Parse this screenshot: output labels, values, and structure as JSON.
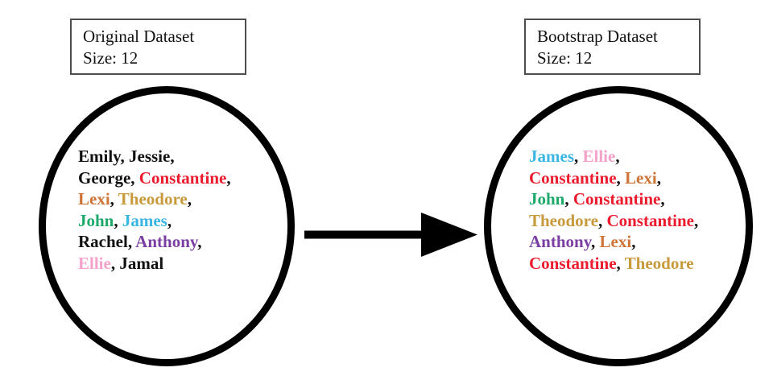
{
  "diagram": {
    "title": "Bootstrap resampling of a dataset",
    "background_color": "#ffffff"
  },
  "palette": {
    "black": "#111111",
    "red": "#ED1B2E",
    "gold": "#C89A3C",
    "orange": "#CE7438",
    "green": "#1DA96A",
    "cyan": "#3AB6E3",
    "purple": "#7B3FA4",
    "pink": "#F4A2CA",
    "stroke": "#000000",
    "box_border": "#4d4d4d"
  },
  "left_panel": {
    "caption": {
      "line1": "Original Dataset",
      "line2": "Size: 12"
    },
    "lines": [
      [
        {
          "text": "Emily",
          "color": "#111111"
        },
        {
          "text": "Jessie",
          "color": "#111111"
        }
      ],
      [
        {
          "text": "George",
          "color": "#111111"
        },
        {
          "text": "Constantine",
          "color": "#ED1B2E"
        }
      ],
      [
        {
          "text": "Lexi",
          "color": "#CE7438"
        },
        {
          "text": "Theodore",
          "color": "#C89A3C"
        }
      ],
      [
        {
          "text": "John",
          "color": "#1DA96A"
        },
        {
          "text": "James",
          "color": "#3AB6E3"
        }
      ],
      [
        {
          "text": "Rachel",
          "color": "#111111"
        },
        {
          "text": "Anthony",
          "color": "#7B3FA4"
        }
      ],
      [
        {
          "text": "Ellie",
          "color": "#F4A2CA"
        },
        {
          "text": "Jamal",
          "color": "#111111"
        }
      ]
    ],
    "trailing_comma_lines": [
      0,
      1,
      2,
      3,
      4
    ],
    "size": 12
  },
  "right_panel": {
    "caption": {
      "line1": "Bootstrap Dataset",
      "line2": "Size: 12"
    },
    "lines": [
      [
        {
          "text": "James",
          "color": "#3AB6E3"
        },
        {
          "text": "Ellie",
          "color": "#F4A2CA"
        }
      ],
      [
        {
          "text": "Constantine",
          "color": "#ED1B2E"
        },
        {
          "text": "Lexi",
          "color": "#CE7438"
        }
      ],
      [
        {
          "text": "John",
          "color": "#1DA96A"
        },
        {
          "text": "Constantine",
          "color": "#ED1B2E"
        }
      ],
      [
        {
          "text": "Theodore",
          "color": "#C89A3C"
        },
        {
          "text": "Constantine",
          "color": "#ED1B2E"
        }
      ],
      [
        {
          "text": "Anthony",
          "color": "#7B3FA4"
        },
        {
          "text": "Lexi",
          "color": "#CE7438"
        }
      ],
      [
        {
          "text": "Constantine",
          "color": "#ED1B2E"
        },
        {
          "text": "Theodore",
          "color": "#C89A3C"
        }
      ]
    ],
    "trailing_comma_lines": [
      0,
      1,
      2,
      3,
      4
    ],
    "size": 12
  },
  "arrow": {
    "icon": "right-arrow-icon",
    "color": "#000000",
    "direction": "right"
  }
}
